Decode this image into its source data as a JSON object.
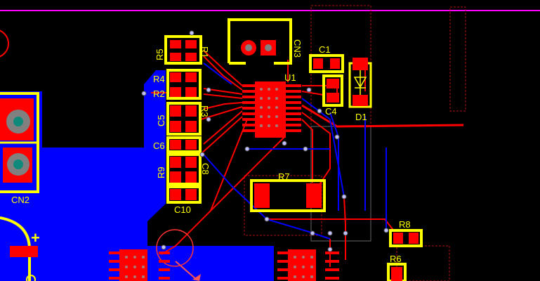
{
  "colors": {
    "background": "#000000",
    "top_copper": "#ff0000",
    "bottom_copper": "#0000ff",
    "silkscreen": "#ffff00",
    "keepout": "#ff00ff",
    "pad_hole": "#808080"
  },
  "designators": {
    "R5": "R5",
    "R1": "R1",
    "R4": "R4",
    "R2": "R2",
    "C5": "C5",
    "R3": "R3",
    "C6": "C6",
    "R9": "R9",
    "C8": "C8",
    "C10": "C10",
    "CN3": "CN3",
    "U1": "U1",
    "C1": "C1",
    "C4": "C4",
    "D1": "D1",
    "R7": "R7",
    "R8": "R8",
    "R6": "R6",
    "CN2": "CN2",
    "plus": "+"
  }
}
